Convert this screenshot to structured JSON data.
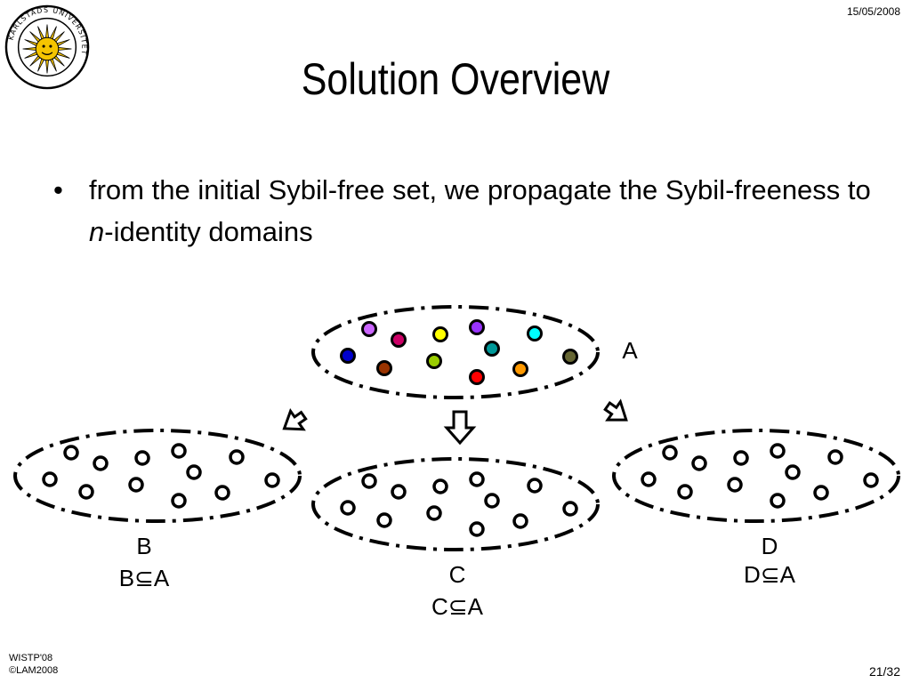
{
  "header": {
    "date": "15/05/2008",
    "title": "Solution Overview"
  },
  "bullet": {
    "marker": "•",
    "part1": "from the initial Sybil-free set, we propagate the Sybil-freeness to ",
    "italic": "n",
    "part2": "-identity domains"
  },
  "logo": {
    "ring_text": "KARLSTADS UNIVERSITET",
    "sun_color": "#f5c400"
  },
  "sets": {
    "A": {
      "label": "A"
    },
    "B": {
      "label": "B",
      "relation": "B⊆A"
    },
    "C": {
      "label": "C",
      "relation": "C⊆A"
    },
    "D": {
      "label": "D",
      "relation": "D⊆A"
    }
  },
  "identity_colors": [
    "#cc66ff",
    "#cc0066",
    "#ffff00",
    "#9933ff",
    "#00ffff",
    "#0000cc",
    "#993300",
    "#99cc00",
    "#009999",
    "#ff0000",
    "#ff9900",
    "#666633"
  ],
  "footer": {
    "line1": "WISTP'08",
    "line2": "©LAM2008",
    "page": "21/32"
  }
}
